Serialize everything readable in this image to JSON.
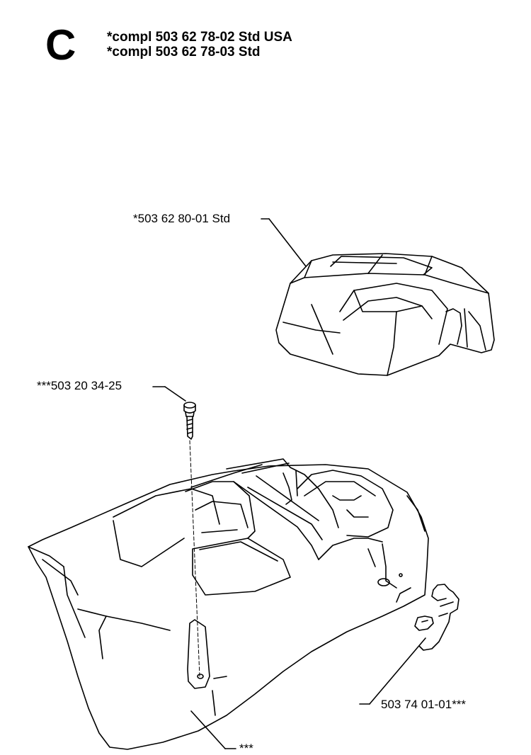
{
  "header": {
    "section_letter": "C",
    "lines": [
      "*compl 503 62 78-02 Std USA",
      "*compl 503 62 78-03 Std"
    ]
  },
  "parts": [
    {
      "name": "cylinder-cover",
      "label": "*503 62 80-01 Std"
    },
    {
      "name": "screw",
      "label": "***503 20 34-25"
    },
    {
      "name": "chain-brake-housing",
      "label": "***"
    },
    {
      "name": "clip",
      "label": "503 74 01-01***"
    }
  ],
  "colors": {
    "line": "#000000",
    "background": "#ffffff"
  }
}
